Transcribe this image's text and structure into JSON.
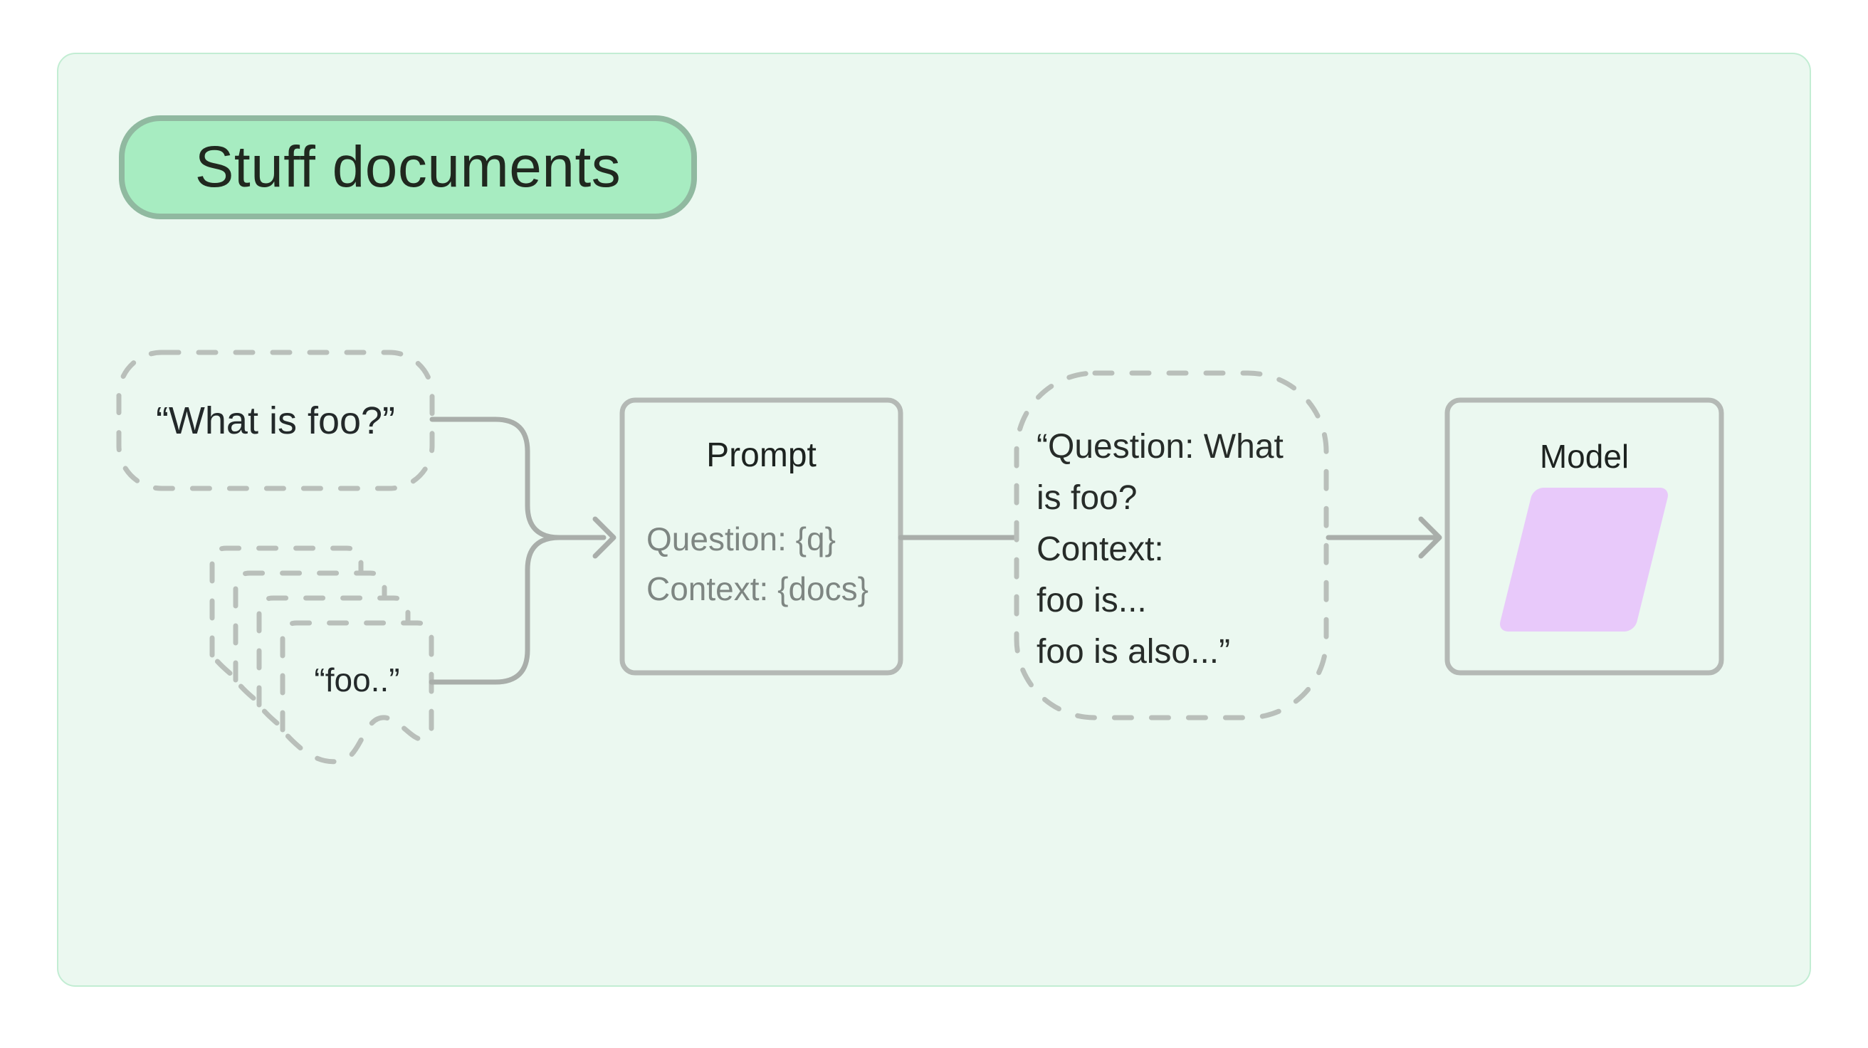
{
  "badge": {
    "label": "Stuff documents"
  },
  "question_node": {
    "text": "“What is foo?”"
  },
  "docs_node": {
    "text": "“foo..”"
  },
  "prompt_node": {
    "title": "Prompt",
    "line1": "Question: {q}",
    "line2": "Context: {docs}"
  },
  "stuffed_node": {
    "line1": "“Question: What",
    "line2": "is foo?",
    "line3": "Context:",
    "line4": "foo is...",
    "line5": "foo is also...”"
  },
  "model_node": {
    "title": "Model"
  },
  "colors": {
    "canvas_bg": "#ffffff",
    "panel_bg": "#ebf8f0",
    "panel_border": "#c2edd3",
    "badge_bg": "#a7ecc1",
    "badge_border": "#90b9a0",
    "text_dark": "#23292a",
    "text_gray": "#7e8682",
    "connector_gray": "#a9aeaa",
    "dash_gray": "#b9bfba",
    "box_border_gray": "#b4b9b5",
    "model_shape_purple": "#e8c9fa"
  }
}
